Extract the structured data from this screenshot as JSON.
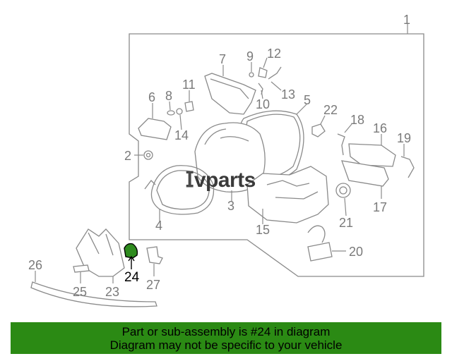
{
  "diagram": {
    "highlighted_part": "24",
    "callouts": [
      "1",
      "2",
      "3",
      "4",
      "5",
      "6",
      "7",
      "8",
      "9",
      "10",
      "11",
      "12",
      "13",
      "14",
      "15",
      "16",
      "17",
      "18",
      "19",
      "20",
      "21",
      "22",
      "23",
      "24",
      "25",
      "26",
      "27"
    ]
  },
  "watermark": {
    "text": "vparts"
  },
  "footer": {
    "line1": "Part or sub-assembly is #24 in diagram",
    "line2": "Diagram may not be specific to your vehicle",
    "background": "#2b8a14"
  },
  "colors": {
    "highlight": "#2e8b1e",
    "line": "#8a8a8a"
  }
}
